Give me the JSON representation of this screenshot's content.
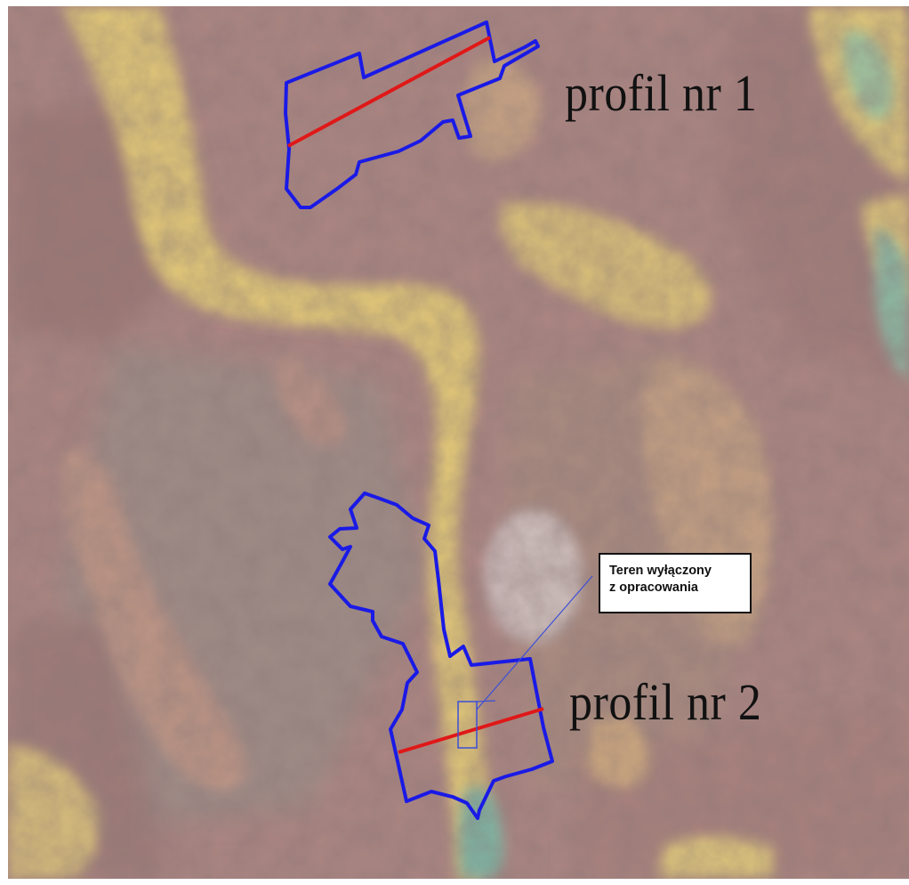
{
  "labels": {
    "profile_1": "profil nr 1",
    "profile_2": "profil nr 2"
  },
  "callout": {
    "line1": "Teren wyłączony",
    "line2": "z opracowania"
  },
  "colors": {
    "boundary": "#1a1ae6",
    "profile_line": "#e01818",
    "excluded_area": "#3b4fd8",
    "lowland_yellow": "#ddc36f",
    "upland_mauve": "#a87f7c",
    "plateau_tan": "#b88f80",
    "water_green": "#7fb0a0",
    "callout_border": "#111111"
  }
}
